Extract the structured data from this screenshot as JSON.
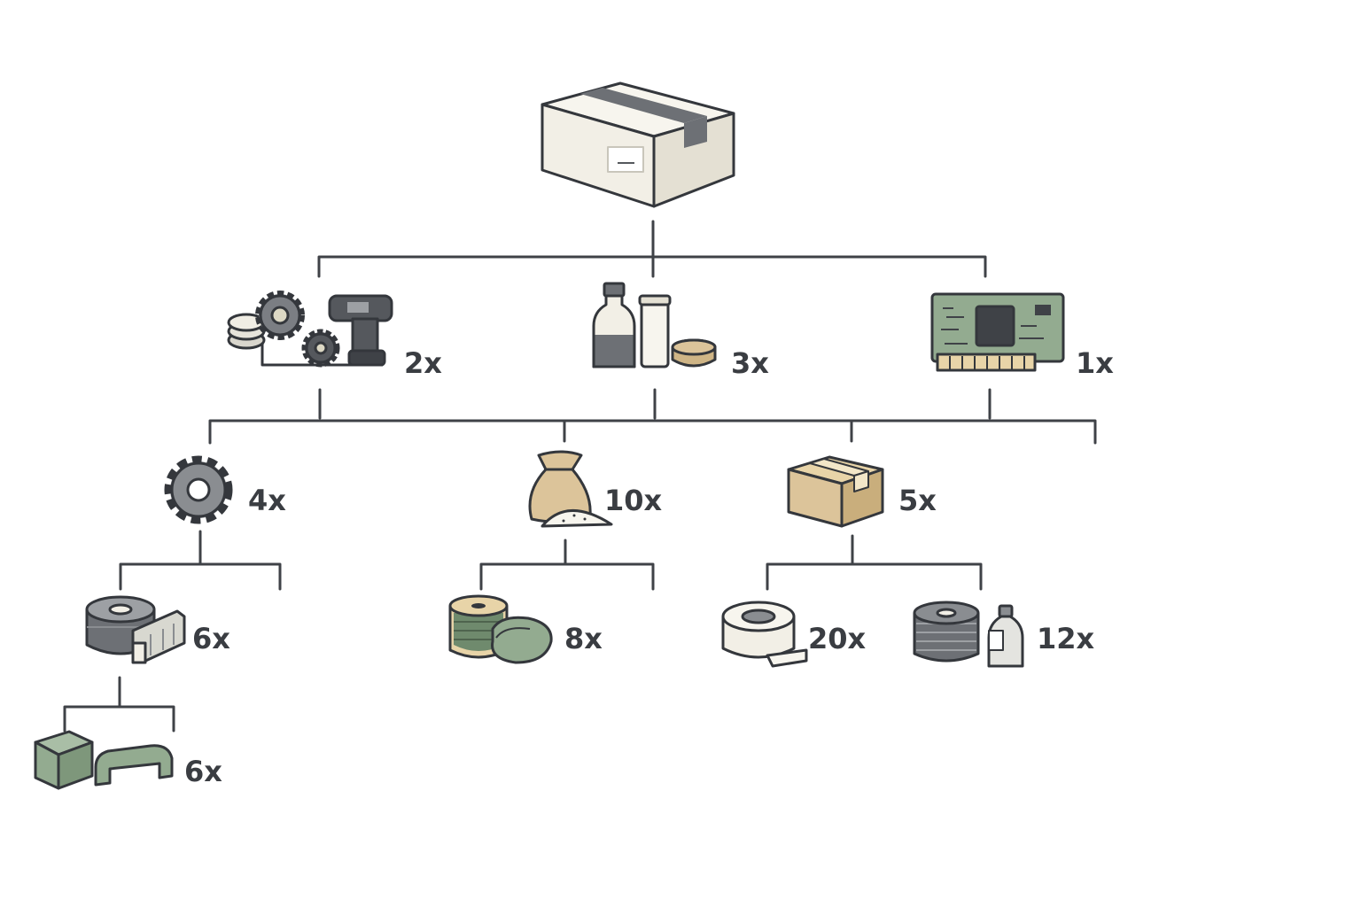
{
  "diagram": {
    "type": "bill-of-materials-tree",
    "root": {
      "icon": "shipping-box-icon"
    },
    "nodes": [
      {
        "id": "power-tools",
        "icon": "gears-drill-icon",
        "quantity": "2x",
        "parent": "root"
      },
      {
        "id": "bottles",
        "icon": "bottle-tube-icon",
        "quantity": "3x",
        "parent": "root"
      },
      {
        "id": "circuit-board",
        "icon": "circuit-board-icon",
        "quantity": "1x",
        "parent": "root"
      },
      {
        "id": "gear",
        "icon": "gear-icon",
        "quantity": "4x",
        "parent": "power-tools"
      },
      {
        "id": "sack",
        "icon": "sack-powder-icon",
        "quantity": "10x",
        "parent": "bottles"
      },
      {
        "id": "small-box",
        "icon": "cardboard-box-icon",
        "quantity": "5x",
        "parent": "circuit-board"
      },
      {
        "id": "spool-tape",
        "icon": "spool-tape-icon",
        "quantity": "6x",
        "parent": "gear"
      },
      {
        "id": "green-spool",
        "icon": "green-spool-icon",
        "quantity": "8x",
        "parent": "sack"
      },
      {
        "id": "tape-roll",
        "icon": "tape-roll-icon",
        "quantity": "20x",
        "parent": "small-box"
      },
      {
        "id": "wire-spool",
        "icon": "wire-spool-bottle-icon",
        "quantity": "12x",
        "parent": "small-box"
      },
      {
        "id": "blocks",
        "icon": "block-bracket-icon",
        "quantity": "6x",
        "parent": "spool-tape"
      }
    ]
  },
  "colors": {
    "line": "#3f4247",
    "outline": "#34373c",
    "box_face": "#f2efe6",
    "tan": "#dcc49a",
    "green": "#93ab90",
    "gray": "#8a8d91",
    "dark_gray": "#55585d"
  }
}
